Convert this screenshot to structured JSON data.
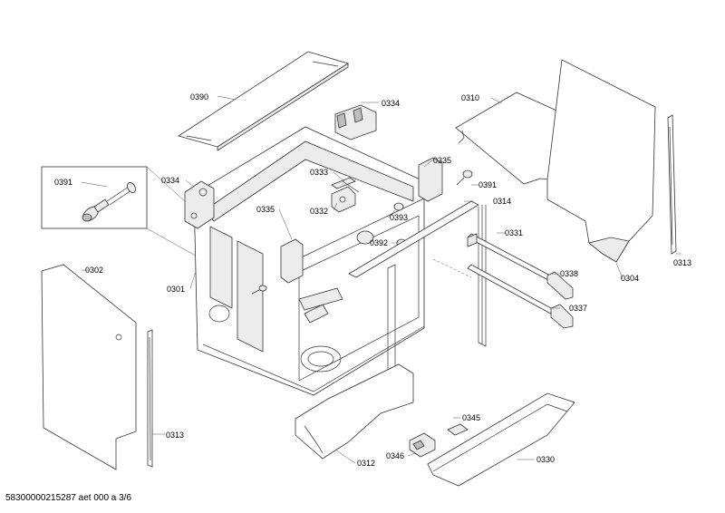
{
  "diagram": {
    "labels": {
      "p0390": "0390",
      "p0334a": "0334",
      "p0334b": "0334",
      "p0310": "0310",
      "p0391a": "0391",
      "p0391b": "0391",
      "p0333": "0333",
      "p0332": "0332",
      "p0335a": "0335",
      "p0335b": "0335",
      "p0393": "0393",
      "p0314": "0314",
      "p0392": "0392",
      "p0331": "0331",
      "p0302": "0302",
      "p0301": "0301",
      "p0338": "0338",
      "p0304": "0304",
      "p0313a": "0313",
      "p0313b": "0313",
      "p0337": "0337",
      "p0345": "0345",
      "p0312": "0312",
      "p0346": "0346",
      "p0330": "0330"
    },
    "footer": "58300000215287 aet 000 a 3/6"
  }
}
